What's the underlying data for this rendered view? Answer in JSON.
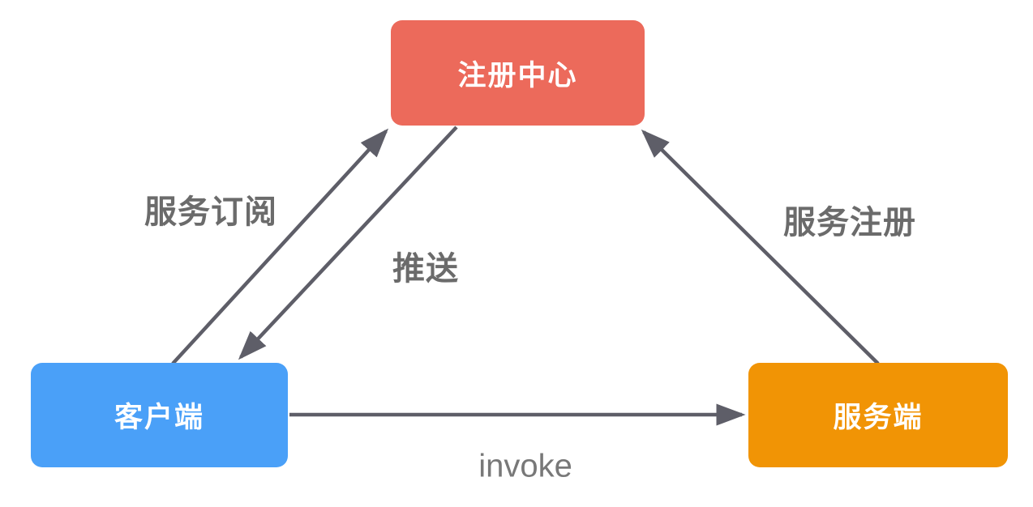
{
  "diagram": {
    "type": "service-registry-architecture",
    "background": "#ffffff",
    "nodes": [
      {
        "id": "registry",
        "label": "注册中心",
        "color": "#EC6A5B",
        "text_color": "#ffffff"
      },
      {
        "id": "client",
        "label": "客户端",
        "color": "#4AA0F8",
        "text_color": "#ffffff"
      },
      {
        "id": "server",
        "label": "服务端",
        "color": "#F19405",
        "text_color": "#ffffff"
      }
    ],
    "edges": [
      {
        "from": "client",
        "to": "registry",
        "label": "服务订阅",
        "direction": "up"
      },
      {
        "from": "registry",
        "to": "client",
        "label": "推送",
        "direction": "down"
      },
      {
        "from": "server",
        "to": "registry",
        "label": "服务注册",
        "direction": "up"
      },
      {
        "from": "client",
        "to": "server",
        "label": "invoke",
        "direction": "right"
      }
    ],
    "colors": {
      "arrow": "#5E5E68",
      "edge_label": "#6B6B6B",
      "invoke_label": "#787878"
    }
  }
}
